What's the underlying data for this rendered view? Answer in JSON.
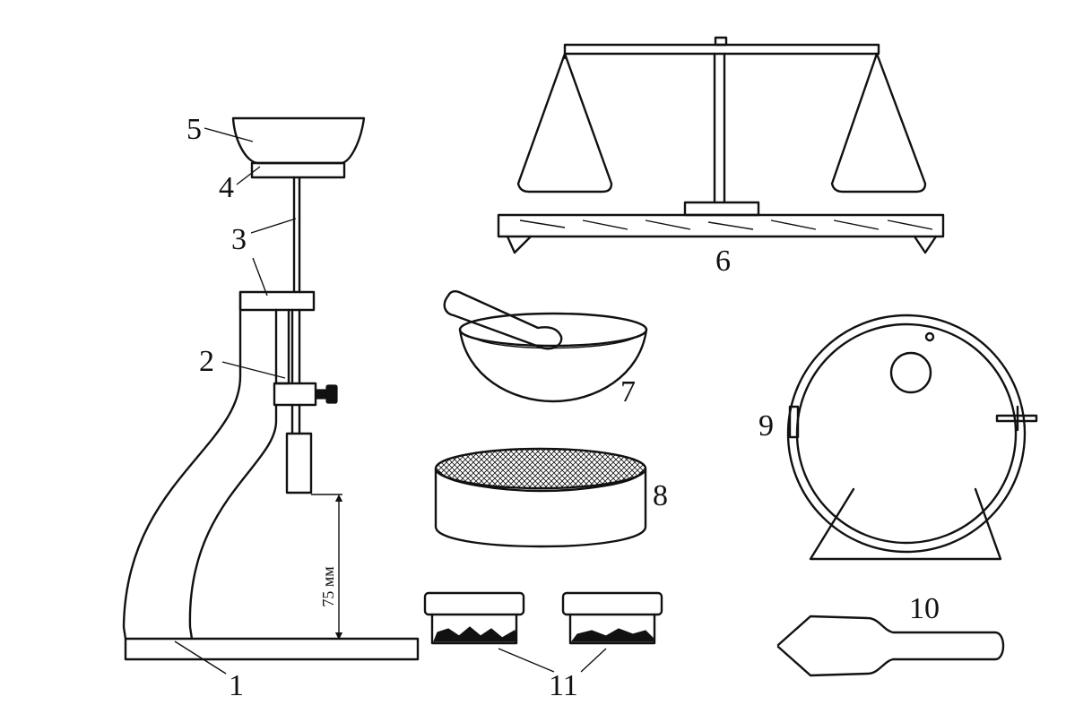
{
  "labels": {
    "l1": "1",
    "l2": "2",
    "l3": "3",
    "l4": "4",
    "l5": "5",
    "l6": "6",
    "l7": "7",
    "l8": "8",
    "l9": "9",
    "l10": "10",
    "l11": "11"
  },
  "dimension": "75 мм"
}
